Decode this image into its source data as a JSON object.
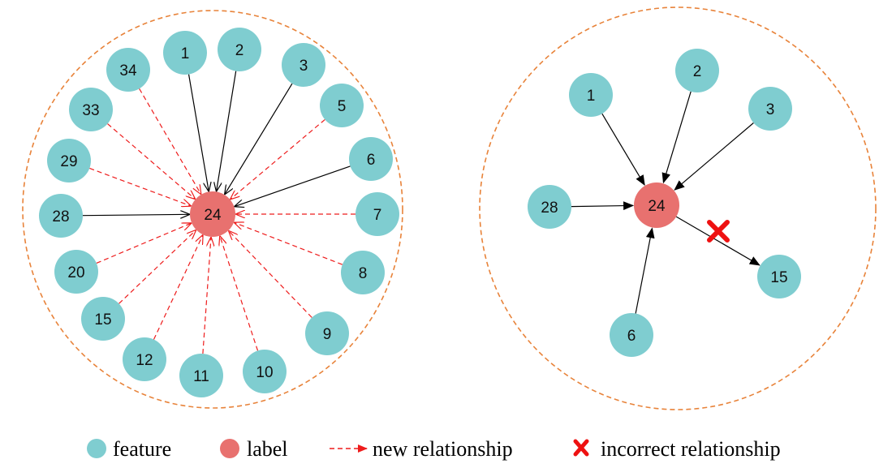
{
  "colors": {
    "feature": "#7fcdd0",
    "label": "#e8716f",
    "boundary": "#e8833a",
    "solid_edge": "#000000",
    "new_edge": "#ee1c1c",
    "cross": "#ee1111"
  },
  "legend": {
    "feature": "feature",
    "label": "label",
    "new_relationship": "new relationship",
    "incorrect_relationship": "incorrect relationship"
  },
  "left_graph": {
    "target": "24",
    "features": [
      "1",
      "2",
      "3",
      "5",
      "6",
      "7",
      "8",
      "9",
      "10",
      "11",
      "12",
      "15",
      "20",
      "28",
      "29",
      "33",
      "34"
    ],
    "edges": [
      {
        "from": "1",
        "to": "24",
        "kind": "existing"
      },
      {
        "from": "2",
        "to": "24",
        "kind": "existing"
      },
      {
        "from": "3",
        "to": "24",
        "kind": "existing"
      },
      {
        "from": "5",
        "to": "24",
        "kind": "new"
      },
      {
        "from": "6",
        "to": "24",
        "kind": "existing"
      },
      {
        "from": "7",
        "to": "24",
        "kind": "new"
      },
      {
        "from": "8",
        "to": "24",
        "kind": "new"
      },
      {
        "from": "9",
        "to": "24",
        "kind": "new"
      },
      {
        "from": "10",
        "to": "24",
        "kind": "new"
      },
      {
        "from": "11",
        "to": "24",
        "kind": "new"
      },
      {
        "from": "12",
        "to": "24",
        "kind": "new"
      },
      {
        "from": "15",
        "to": "24",
        "kind": "new"
      },
      {
        "from": "20",
        "to": "24",
        "kind": "new"
      },
      {
        "from": "28",
        "to": "24",
        "kind": "existing"
      },
      {
        "from": "29",
        "to": "24",
        "kind": "new"
      },
      {
        "from": "33",
        "to": "24",
        "kind": "new"
      },
      {
        "from": "34",
        "to": "24",
        "kind": "new"
      }
    ]
  },
  "right_graph": {
    "target": "24",
    "features": [
      "1",
      "2",
      "3",
      "28",
      "6",
      "15"
    ],
    "edges": [
      {
        "from": "1",
        "to": "24",
        "kind": "existing"
      },
      {
        "from": "2",
        "to": "24",
        "kind": "existing"
      },
      {
        "from": "3",
        "to": "24",
        "kind": "existing"
      },
      {
        "from": "28",
        "to": "24",
        "kind": "existing"
      },
      {
        "from": "6",
        "to": "24",
        "kind": "existing"
      },
      {
        "from": "24",
        "to": "15",
        "kind": "incorrect"
      }
    ]
  }
}
